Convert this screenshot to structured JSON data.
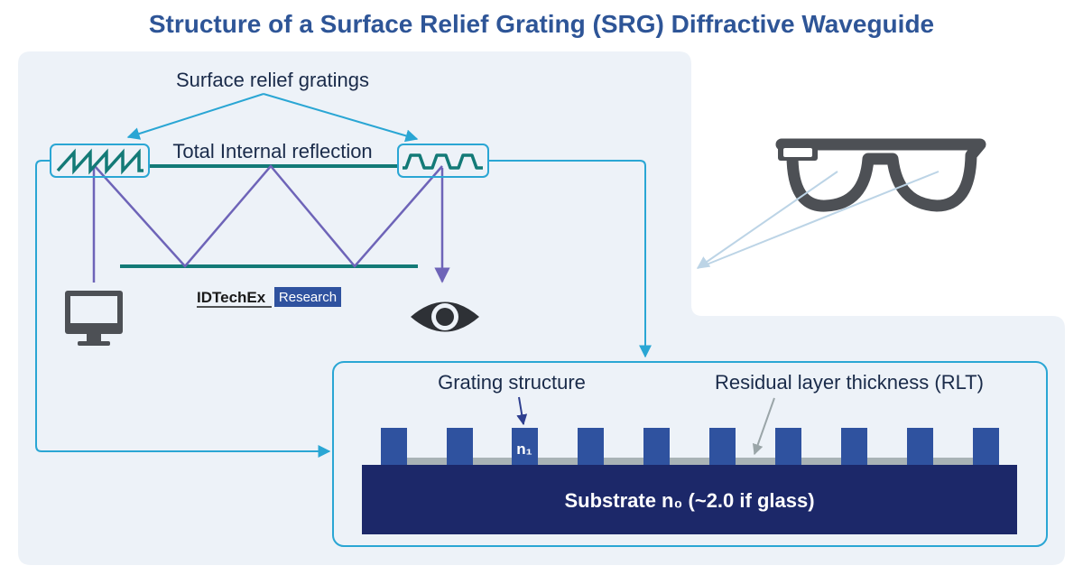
{
  "title": "Structure of a Surface Relief Grating (SRG) Diffractive Waveguide",
  "labels": {
    "surface_relief": "Surface relief gratings",
    "tir": "Total Internal reflection",
    "grating_structure": "Grating structure",
    "rlt": "Residual layer thickness (RLT)",
    "n1": "n₁",
    "substrate": "Substrate n₀ (~2.0 if glass)"
  },
  "logo": {
    "brand": "IDTechEx",
    "tag": "Research"
  },
  "icons": [
    "monitor-icon",
    "eye-icon",
    "smart-glasses-icon"
  ],
  "colors": {
    "title": "#2e5597",
    "panel": "#edf2f8",
    "accent_cyan": "#2aa6d4",
    "ray_purple": "#6e64b8",
    "teal": "#137a77",
    "grating_blue": "#2f529f",
    "substrate": "#1c2869",
    "rlt_gray": "#a9b3b6",
    "icon_gray": "#4d5055"
  }
}
